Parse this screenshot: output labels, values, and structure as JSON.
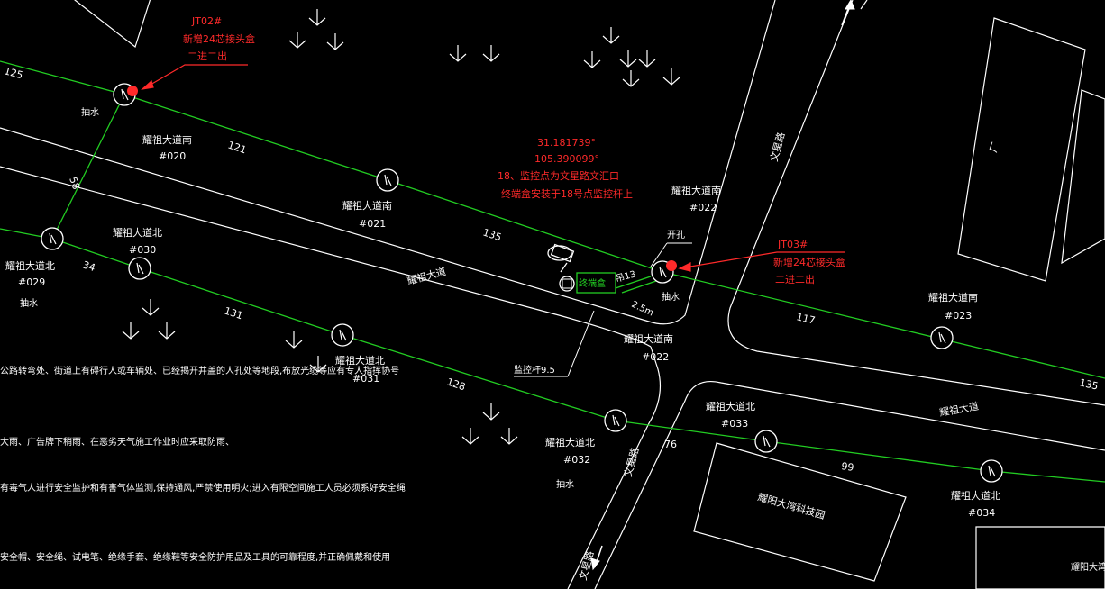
{
  "palette": {
    "background": "#000000",
    "line": "#ffffff",
    "cable": "#22cc22",
    "marker": "#ff2a2a"
  },
  "manholes": [
    {
      "id": "mh-020",
      "name": "耀祖大道南",
      "code": "#020"
    },
    {
      "id": "mh-021",
      "name": "耀祖大道南",
      "code": "#021"
    },
    {
      "id": "mh-022n",
      "name": "耀祖大道南",
      "code": "#022"
    },
    {
      "id": "mh-022s",
      "name": "耀祖大道南",
      "code": "#022"
    },
    {
      "id": "mh-023",
      "name": "耀祖大道南",
      "code": "#023"
    },
    {
      "id": "mh-029",
      "name": "耀祖大道北",
      "code": "#029"
    },
    {
      "id": "mh-030",
      "name": "耀祖大道北",
      "code": "#030"
    },
    {
      "id": "mh-031",
      "name": "耀祖大道北",
      "code": "#031"
    },
    {
      "id": "mh-032",
      "name": "耀祖大道北",
      "code": "#032"
    },
    {
      "id": "mh-033",
      "name": "耀祖大道北",
      "code": "#033"
    },
    {
      "id": "mh-034",
      "name": "耀祖大道北",
      "code": "#034"
    }
  ],
  "distances": [
    "125",
    "121",
    "135",
    "117",
    "135",
    "58",
    "34",
    "131",
    "128",
    "76",
    "99"
  ],
  "joints": [
    {
      "id": "JT02",
      "label": "JT02#",
      "line2": "新增24芯接头盒",
      "line3": "二进二出"
    },
    {
      "id": "JT03",
      "label": "JT03#",
      "line2": "新增24芯接头盒",
      "line3": "二进二出"
    }
  ],
  "camera": {
    "coords_lat": "31.181739°",
    "coords_lon": "105.390099°",
    "line1": "18、监控点为文星路文汇口",
    "line2": "终端盒安装于18号点监控杆上",
    "box_label": "终端盒",
    "pole_label": "监控杆9.5",
    "drop_label": "吊13",
    "drop_len": "2.5m",
    "opening": "开孔"
  },
  "roads": {
    "main": "耀祖大道",
    "main_east": "耀祖大道",
    "north": "文星路",
    "south": "文星路",
    "south_lower": "文星路"
  },
  "water": [
    "抽水",
    "抽水",
    "抽水",
    "抽水"
  ],
  "buildings": {
    "factory": "厂",
    "school": "耀阳大湾科技园",
    "corner": "耀阳大湾科"
  },
  "notes": [
    "公路转弯处、街道上有碍行人或车辆处、已经揭开井盖的人孔处等地段,布放光缆等应有专人指挥协号",
    "大雨、广告牌下稍雨、在恶劣天气施工作业时应采取防雨、",
    "有毒气人进行安全监护和有害气体监测,保持通风,严禁使用明火;进入有限空间施工人员必须系好安全绳",
    "安全帽、安全绳、试电笔、绝缘手套、绝缘鞋等安全防护用品及工具的可靠程度,并正确佩戴和使用"
  ]
}
